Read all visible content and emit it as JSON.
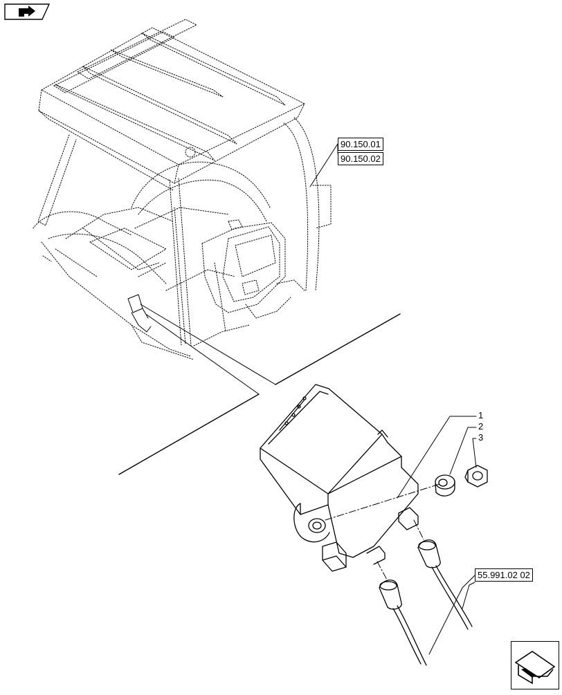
{
  "references": {
    "ref1": "90.150.01",
    "ref2": "90.150.02",
    "ref3": "55.991.02 02"
  },
  "callouts": {
    "c1": "1",
    "c2": "2",
    "c3": "3"
  },
  "icons": {
    "top_left": "back-arrow-icon",
    "bottom_right": "next-arrow-icon"
  },
  "colors": {
    "line": "#000000",
    "background": "#ffffff"
  }
}
